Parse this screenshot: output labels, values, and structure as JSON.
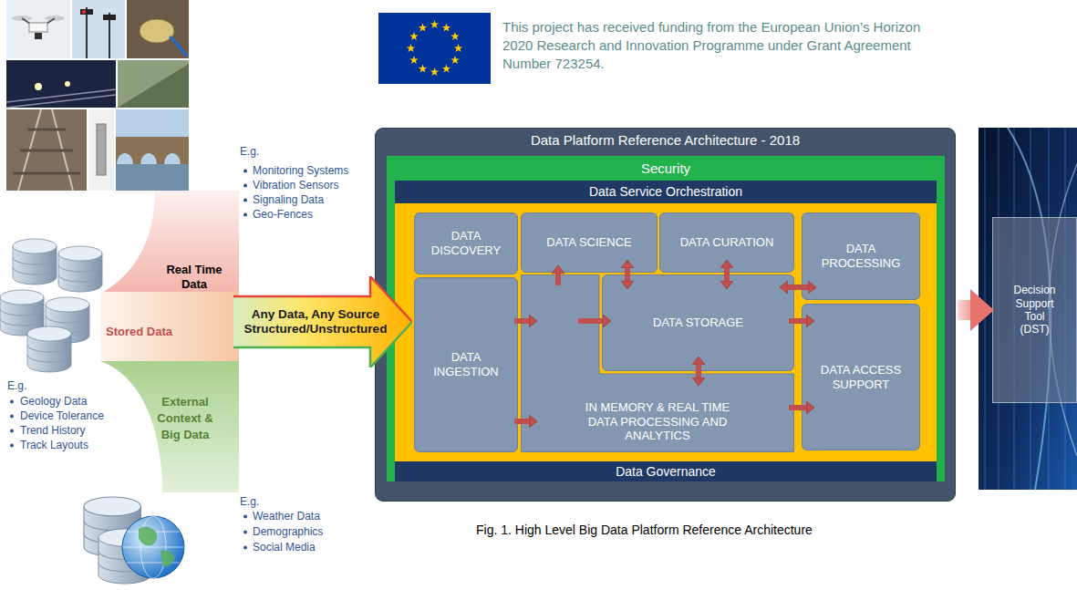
{
  "diagram": {
    "caption": "Fig. 1. High Level Big Data Platform Reference Architecture",
    "nodes": [
      {
        "text": [
          "Any Data, Any Source Structured/Unstructured"
        ]
      },
      {
        "text": [
          "Data Platform Reference Architecture - 2018"
        ]
      },
      {
        "text": [
          "Security"
        ],
        "in": 1
      },
      {
        "text": [
          "Data Service Orchestration"
        ],
        "in": 2
      },
      {
        "text": [
          "DATA DISCOVERY"
        ],
        "in": 2
      },
      {
        "text": [
          "DATA SCIENCE"
        ],
        "in": 2
      },
      {
        "text": [
          "DATA CURATION"
        ],
        "in": 2
      },
      {
        "text": [
          "DATA PROCESSING"
        ],
        "in": 2
      },
      {
        "text": [
          "DATA INGESTION"
        ],
        "in": 2
      },
      {
        "text": [
          "DATA STORAGE"
        ],
        "in": 2
      },
      {
        "text": [
          "IN MEMORY & REAL TIME DATA PROCESSING AND ANALYTICS"
        ],
        "in": 2
      },
      {
        "text": [
          "DATA ACCESS SUPPORT"
        ],
        "in": 2
      },
      {
        "text": [
          "Data Governance"
        ],
        "in": 2
      },
      {
        "text": [
          "Decision Support Tool (DST)"
        ]
      }
    ],
    "edges": [
      {
        "from": 8,
        "to": 10,
        "arrow": "to"
      },
      {
        "from": 8,
        "to": 10,
        "arrow": "to"
      },
      {
        "from": 10,
        "to": 9,
        "arrow": "to"
      },
      {
        "from": 10,
        "to": 5,
        "arrow": "to"
      },
      {
        "from": 9,
        "to": 5,
        "arrow": "both"
      },
      {
        "from": 9,
        "to": 6,
        "arrow": "both"
      },
      {
        "from": 9,
        "to": 7,
        "arrow": "both"
      },
      {
        "from": 9,
        "to": 11,
        "arrow": "to"
      },
      {
        "from": 10,
        "to": 9,
        "arrow": "both"
      },
      {
        "from": 10,
        "to": 11,
        "arrow": "to"
      },
      {
        "from": 1,
        "to": 13,
        "arrow": "to"
      }
    ],
    "labels": [
      "This project has received funding from the European Union’s Horizon 2020 Research and Innovation Programme under Grant Agreement Number 723254.",
      "Real Time Data",
      "E.g.",
      "Monitoring Systems",
      "Vibration Sensors",
      "Signaling Data",
      "Geo-Fences",
      "Stored Data",
      "E.g.",
      "Geology Data",
      "Device Tolerance",
      "Trend History",
      "Track Layouts",
      "External Context & Big Data",
      "E.g.",
      "Weather Data",
      "Demographics",
      "Social Media"
    ]
  }
}
